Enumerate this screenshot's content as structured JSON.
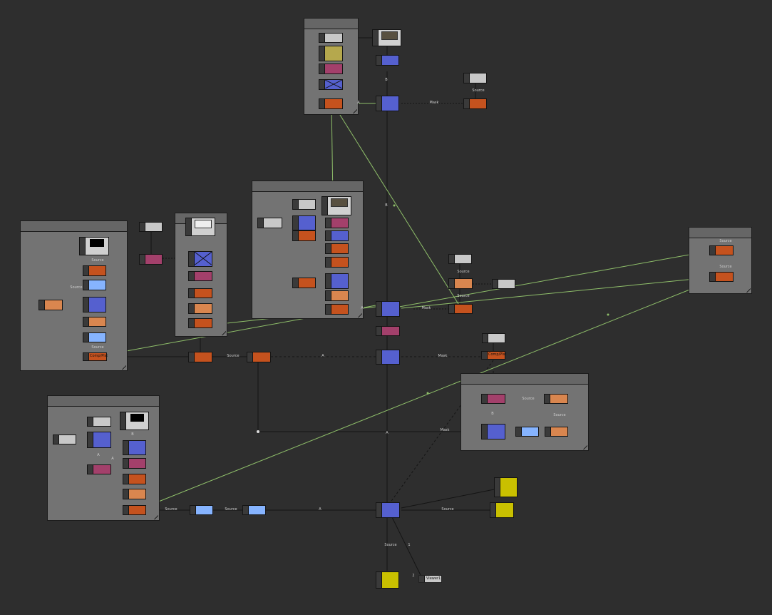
{
  "labels": {
    "source": "Source",
    "mask": "Mask",
    "a": "A",
    "b": "B",
    "one": "1",
    "two": "2"
  },
  "nodes": {
    "comp_node_1": "Comp/Plst",
    "comp_node_2": "Comp/Plst",
    "viewer": "Viewer1"
  },
  "colors": {
    "background": "#2e2e2e",
    "backdrop": "#737373",
    "wire": "#141414",
    "selected_wire": "#8fbf6a",
    "orange": "#c5521e",
    "light_orange": "#d9864f",
    "blue": "#5560cf",
    "light_blue": "#86b4ff",
    "maroon": "#a3406b",
    "olive": "#b5a84d",
    "yellow": "#c9c000",
    "gray": "#c8c8c8"
  },
  "icons": [
    "x-mark-icon",
    "thumbnail-icon",
    "black-frame-icon"
  ]
}
